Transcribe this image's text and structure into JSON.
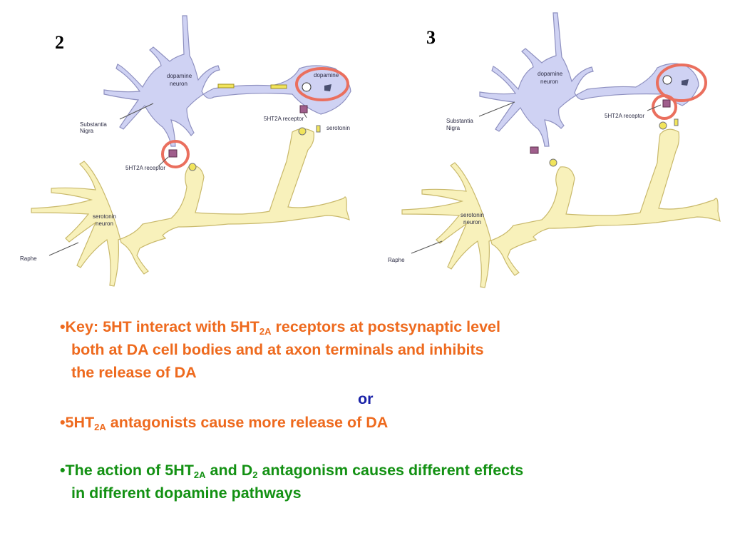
{
  "panel2": {
    "number": "2",
    "labels": {
      "dopamine_neuron": [
        "dopamine",
        "neuron"
      ],
      "substantia_nigra": [
        "Substantia",
        "Nigra"
      ],
      "serotonin_neuron": [
        "serotonin",
        "neuron"
      ],
      "raphe": "Raphe",
      "receptor_terminal": "5HT2A receptor",
      "receptor_body": "5HT2A receptor",
      "serotonin": "serotonin",
      "dopamine": "dopamine"
    }
  },
  "panel3": {
    "number": "3",
    "labels": {
      "dopamine_neuron": [
        "dopamine",
        "neuron"
      ],
      "substantia_nigra": [
        "Substantia",
        "Nigra"
      ],
      "serotonin_neuron": [
        "serotonin",
        "neuron"
      ],
      "raphe": "Raphe",
      "receptor_terminal": "5HT2A receptor"
    }
  },
  "colors": {
    "dopamine_neuron": "#cfd2f3",
    "serotonin_neuron": "#f8f1bb",
    "highlight_circle": "#ea6f5e",
    "receptor": "#a05e8c",
    "orange_text": "#ee6a1e",
    "green_text": "#139113",
    "blue_text": "#1a22a8"
  },
  "text": {
    "key": {
      "bullet": "•",
      "part1": "Key: 5HT interact with 5HT",
      "sub1": "2A",
      "part2": " receptors at postsynaptic level",
      "line2": "both at DA cell bodies and at axon terminals and inhibits",
      "line3": "the release of DA"
    },
    "or": "or",
    "antagonists": {
      "bullet": "•",
      "part1": "5HT",
      "sub1": "2A",
      "part2": " antagonists cause more release of DA"
    },
    "action": {
      "bullet": "•",
      "part1": "The action of 5HT",
      "sub1": "2A",
      "part2": " and D",
      "sub2": "2",
      "part3": " antagonism causes different effects",
      "line2": "in different dopamine pathways"
    }
  }
}
